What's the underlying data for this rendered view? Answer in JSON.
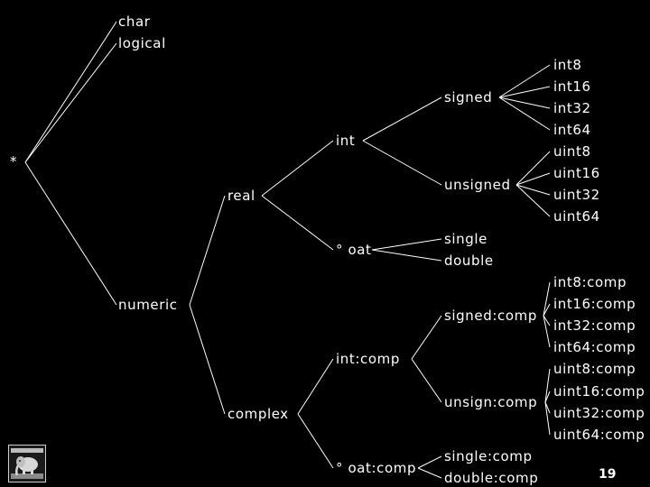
{
  "diagram": {
    "root": "*",
    "nodes": [
      {
        "id": "char",
        "label": "char",
        "parent": "root"
      },
      {
        "id": "logical",
        "label": "logical",
        "parent": "root"
      },
      {
        "id": "numeric",
        "label": "numeric",
        "parent": "root"
      },
      {
        "id": "real",
        "label": "real",
        "parent": "numeric"
      },
      {
        "id": "complex",
        "label": "complex",
        "parent": "numeric"
      },
      {
        "id": "int",
        "label": "int",
        "parent": "real"
      },
      {
        "id": "float",
        "label": "° oat",
        "parent": "real"
      },
      {
        "id": "signed",
        "label": "signed",
        "parent": "int"
      },
      {
        "id": "unsigned",
        "label": "unsigned",
        "parent": "int"
      },
      {
        "id": "int8",
        "label": "int8",
        "parent": "signed"
      },
      {
        "id": "int16",
        "label": "int16",
        "parent": "signed"
      },
      {
        "id": "int32",
        "label": "int32",
        "parent": "signed"
      },
      {
        "id": "int64",
        "label": "int64",
        "parent": "signed"
      },
      {
        "id": "uint8",
        "label": "uint8",
        "parent": "unsigned"
      },
      {
        "id": "uint16",
        "label": "uint16",
        "parent": "unsigned"
      },
      {
        "id": "uint32",
        "label": "uint32",
        "parent": "unsigned"
      },
      {
        "id": "uint64",
        "label": "uint64",
        "parent": "unsigned"
      },
      {
        "id": "single",
        "label": "single",
        "parent": "float"
      },
      {
        "id": "double",
        "label": "double",
        "parent": "float"
      },
      {
        "id": "intcomp",
        "label": "int:comp",
        "parent": "complex"
      },
      {
        "id": "floatcomp",
        "label": "° oat:comp",
        "parent": "complex"
      },
      {
        "id": "signedcomp",
        "label": "signed:comp",
        "parent": "intcomp"
      },
      {
        "id": "unsigncomp",
        "label": "unsign:comp",
        "parent": "intcomp"
      },
      {
        "id": "int8comp",
        "label": "int8:comp",
        "parent": "signedcomp"
      },
      {
        "id": "int16comp",
        "label": "int16:comp",
        "parent": "signedcomp"
      },
      {
        "id": "int32comp",
        "label": "int32:comp",
        "parent": "signedcomp"
      },
      {
        "id": "int64comp",
        "label": "int64:comp",
        "parent": "signedcomp"
      },
      {
        "id": "uint8comp",
        "label": "uint8:comp",
        "parent": "unsigncomp"
      },
      {
        "id": "uint16comp",
        "label": "uint16:comp",
        "parent": "unsigncomp"
      },
      {
        "id": "uint32comp",
        "label": "uint32:comp",
        "parent": "unsigncomp"
      },
      {
        "id": "uint64comp",
        "label": "uint64:comp",
        "parent": "unsigncomp"
      },
      {
        "id": "singlecomp",
        "label": "single:comp",
        "parent": "floatcomp"
      },
      {
        "id": "doublecomp",
        "label": "double:comp",
        "parent": "floatcomp"
      }
    ]
  },
  "page_number": "19",
  "colors": {
    "background": "#000000",
    "foreground": "#ffffff"
  },
  "logo_icon": "elephant-logo-icon"
}
